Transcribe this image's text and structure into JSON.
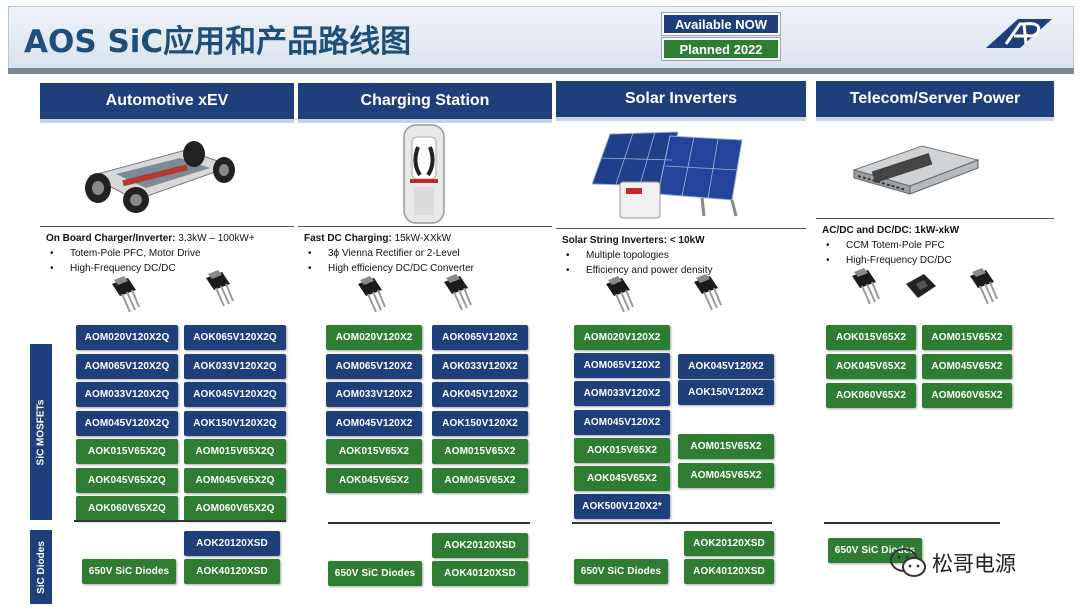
{
  "header": {
    "title": "AOS SiC应用和产品路线图",
    "legend": {
      "available": "Available NOW",
      "planned": "Planned 2022",
      "colors": {
        "available": "#1f3f7a",
        "planned": "#2e7d32"
      }
    }
  },
  "columns": [
    {
      "heading": "Automotive xEV",
      "image_icon": "ev-chassis-icon",
      "app_title": "On Board Charger/Inverter:",
      "app_range": "3.3kW – 100kW+",
      "app_items": [
        "Totem-Pole PFC, Motor Drive",
        "High-Frequency DC/DC"
      ]
    },
    {
      "heading": "Charging Station",
      "image_icon": "charging-station-icon",
      "app_title": "Fast DC Charging:",
      "app_range": "15kW-XXkW",
      "app_items": [
        "3ϕ Vienna Rectifier or 2-Level",
        "High efficiency DC/DC Converter"
      ]
    },
    {
      "heading": "Solar Inverters",
      "image_icon": "solar-panels-icon",
      "app_title": "Solar String Inverters:",
      "app_range": "< 10kW",
      "app_items": [
        "Multiple topologies",
        "Efficiency and power density"
      ]
    },
    {
      "heading": "Telecom/Server Power",
      "image_icon": "server-rack-icon",
      "app_title": "AC/DC and DC/DC:",
      "app_range": "1kW-xkW",
      "app_items": [
        "CCM Totem-Pole PFC",
        "High-Frequency DC/DC"
      ]
    }
  ],
  "side_labels": {
    "mosfets": "SiC MOSFETs",
    "diodes": "SiC Diodes"
  },
  "mosfets": {
    "col1_left": [
      {
        "part": "AOM020V120X2Q",
        "status": "now"
      },
      {
        "part": "AOM065V120X2Q",
        "status": "now"
      },
      {
        "part": "AOM033V120X2Q",
        "status": "now"
      },
      {
        "part": "AOM045V120X2Q",
        "status": "now"
      },
      {
        "part": "AOK015V65X2Q",
        "status": "planned"
      },
      {
        "part": "AOK045V65X2Q",
        "status": "planned"
      },
      {
        "part": "AOK060V65X2Q",
        "status": "planned"
      }
    ],
    "col1_right": [
      {
        "part": "AOK065V120X2Q",
        "status": "now"
      },
      {
        "part": "AOK033V120X2Q",
        "status": "now"
      },
      {
        "part": "AOK045V120X2Q",
        "status": "now"
      },
      {
        "part": "AOK150V120X2Q",
        "status": "now"
      },
      {
        "part": "AOM015V65X2Q",
        "status": "planned"
      },
      {
        "part": "AOM045V65X2Q",
        "status": "planned"
      },
      {
        "part": "AOM060V65X2Q",
        "status": "planned"
      }
    ],
    "col2_left": [
      {
        "part": "AOM020V120X2",
        "status": "planned"
      },
      {
        "part": "AOM065V120X2",
        "status": "now"
      },
      {
        "part": "AOM033V120X2",
        "status": "now"
      },
      {
        "part": "AOM045V120X2",
        "status": "now"
      },
      {
        "part": "AOK015V65X2",
        "status": "planned"
      },
      {
        "part": "AOK045V65X2",
        "status": "planned"
      }
    ],
    "col2_right": [
      {
        "part": "AOK065V120X2",
        "status": "now"
      },
      {
        "part": "AOK033V120X2",
        "status": "now"
      },
      {
        "part": "AOK045V120X2",
        "status": "now"
      },
      {
        "part": "AOK150V120X2",
        "status": "now"
      },
      {
        "part": "AOM015V65X2",
        "status": "planned"
      },
      {
        "part": "AOM045V65X2",
        "status": "planned"
      }
    ],
    "col3_left": [
      {
        "part": "AOM020V120X2",
        "status": "planned"
      },
      {
        "part": "AOM065V120X2",
        "status": "now"
      },
      {
        "part": "AOM033V120X2",
        "status": "now"
      },
      {
        "part": "AOM045V120X2",
        "status": "now"
      },
      {
        "part": "AOK015V65X2",
        "status": "planned"
      },
      {
        "part": "AOK045V65X2",
        "status": "planned"
      },
      {
        "part": "AOK500V120X2*",
        "status": "now"
      }
    ],
    "col3_right": [
      {
        "part": "AOK045V120X2",
        "status": "now"
      },
      {
        "part": "AOK150V120X2",
        "status": "now"
      },
      {
        "part": "AOM015V65X2",
        "status": "planned"
      },
      {
        "part": "AOM045V65X2",
        "status": "planned"
      }
    ],
    "col4_left": [
      {
        "part": "AOK015V65X2",
        "status": "planned"
      },
      {
        "part": "AOK045V65X2",
        "status": "planned"
      },
      {
        "part": "AOK060V65X2",
        "status": "planned"
      }
    ],
    "col4_right": [
      {
        "part": "AOM015V65X2",
        "status": "planned"
      },
      {
        "part": "AOM045V65X2",
        "status": "planned"
      },
      {
        "part": "AOM060V65X2",
        "status": "planned"
      }
    ]
  },
  "diodes": {
    "col1": {
      "generic": "650V SiC Diodes",
      "parts": [
        "AOK20120XSD",
        "AOK40120XSD"
      ]
    },
    "col2": {
      "generic": "650V SiC Diodes",
      "parts": [
        "AOK20120XSD",
        "AOK40120XSD"
      ]
    },
    "col3": {
      "generic": "650V SiC Diodes",
      "parts": [
        "AOK20120XSD",
        "AOK40120XSD"
      ]
    },
    "col4": {
      "generic": "650V SiC Diodes"
    }
  },
  "watermark": {
    "text": "松哥电源",
    "icon": "wechat-icon"
  }
}
